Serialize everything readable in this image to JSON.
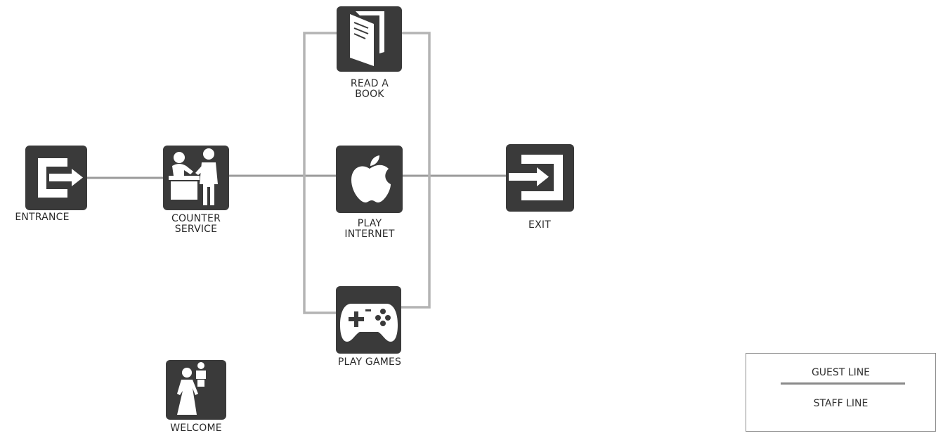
{
  "nodes": {
    "entrance": {
      "label": [
        "ENTRANCE"
      ],
      "icon": "entrance-arrow-icon"
    },
    "counter": {
      "label": [
        "COUNTER",
        "SERVICE"
      ],
      "icon": "counter-service-icon"
    },
    "book": {
      "label": [
        "READ A",
        "BOOK"
      ],
      "icon": "book-icon"
    },
    "internet": {
      "label": [
        "PLAY",
        "INTERNET"
      ],
      "icon": "apple-icon"
    },
    "games": {
      "label": [
        "PLAY GAMES"
      ],
      "icon": "gamepad-icon"
    },
    "exit": {
      "label": [
        "EXIT"
      ],
      "icon": "exit-arrow-icon"
    },
    "welcome": {
      "label": [
        "WELCOME"
      ],
      "icon": "welcome-host-icon"
    }
  },
  "legend": {
    "guest": "GUEST LINE",
    "staff": "STAFF LINE"
  },
  "colors": {
    "icon_bg": "#3a3a3a",
    "icon_fg": "#ffffff",
    "guest_line": "#9a9a9a",
    "staff_line": "#b4b4b4",
    "text": "#2a2a2a"
  }
}
